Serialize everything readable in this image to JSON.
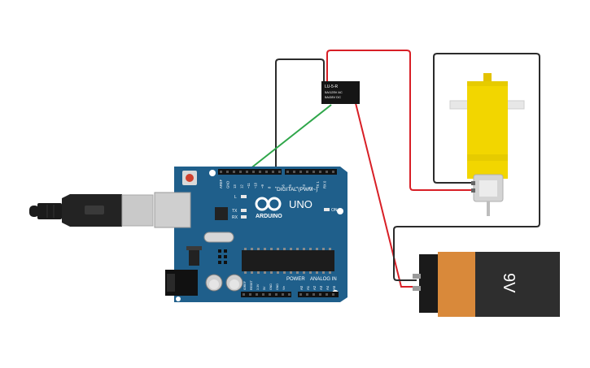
{
  "arduino": {
    "brand": "ARDUINO",
    "model": "UNO",
    "digital_label": "DIGITAL (PWM~)",
    "power_label": "POWER",
    "analog_label": "ANALOG IN",
    "on_label": "ON",
    "led_l": "L",
    "led_tx": "TX",
    "led_rx": "RX",
    "top_pins": [
      "AREF",
      "GND",
      "13",
      "12",
      "~11",
      "~10",
      "~9",
      "8",
      "7",
      "~6",
      "~5",
      "4",
      "~3",
      "2",
      "TX 1",
      "RX 0"
    ],
    "power_pins": [
      "IOREF",
      "RESET",
      "3.3V",
      "5V",
      "GND",
      "GND",
      "Vin"
    ],
    "analog_pins": [
      "A0",
      "A1",
      "A2",
      "A3",
      "A4",
      "A5"
    ]
  },
  "relay": {
    "line1": "LU-5-R",
    "line2": "5A/125V AC",
    "line3": "5A/28V DC"
  },
  "battery": {
    "label": "9V"
  },
  "colors": {
    "board": "#1f5f8b",
    "wire_red": "#d81f26",
    "wire_black": "#2b2b2b",
    "wire_green": "#2fa64a",
    "motor_yellow": "#f2d600",
    "battery_orange": "#d9893a",
    "battery_black": "#2e2e2e"
  }
}
